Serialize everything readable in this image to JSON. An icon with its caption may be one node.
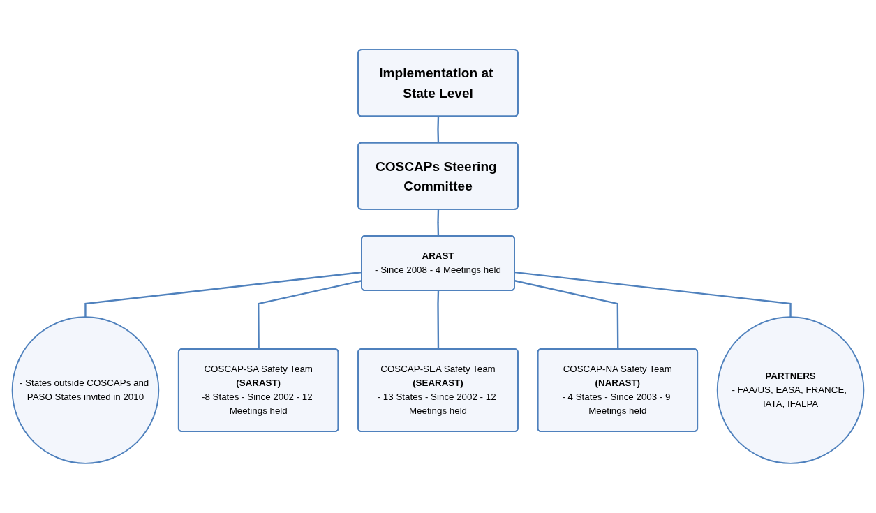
{
  "diagram": {
    "nodes": [
      {
        "text": [
          "Implementation at State Level"
        ]
      },
      {
        "text": [
          "COSCAPs Steering Committee"
        ]
      },
      {
        "text": [
          "ARAST",
          "- Since 2008 - 4 Meetings held"
        ]
      },
      {
        "text": [
          "- States outside COSCAPs and PASO States invited in 2010"
        ]
      },
      {
        "text": [
          "COSCAP-SA Safety Team",
          "(SARAST)",
          "-8 States - Since 2002 - 12 Meetings held"
        ]
      },
      {
        "text": [
          "COSCAP-SEA Safety Team",
          "(SEARAST)",
          "- 13 States - Since 2002 - 12 Meetings held"
        ]
      },
      {
        "text": [
          "COSCAP-NA Safety Team",
          "(NARAST)",
          "- 4 States - Since 2003 - 9 Meetings held"
        ]
      },
      {
        "text": [
          "PARTNERS",
          "- FAA/US, EASA, FRANCE, IATA, IFALPA"
        ]
      }
    ],
    "edges": [
      {
        "from": 0,
        "to": 1,
        "arrow": "none"
      },
      {
        "from": 1,
        "to": 2,
        "arrow": "none"
      },
      {
        "from": 2,
        "to": 3,
        "arrow": "none"
      },
      {
        "from": 2,
        "to": 4,
        "arrow": "none"
      },
      {
        "from": 2,
        "to": 5,
        "arrow": "none"
      },
      {
        "from": 2,
        "to": 6,
        "arrow": "none"
      },
      {
        "from": 2,
        "to": 7,
        "arrow": "none"
      }
    ]
  }
}
